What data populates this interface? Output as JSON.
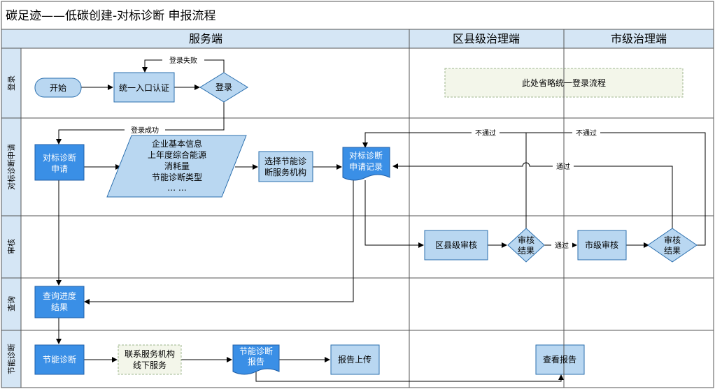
{
  "title": "碳足迹——低碳创建-对标诊断 申报流程",
  "columns": {
    "service": "服务端",
    "district": "区县级治理端",
    "city": "市级治理端"
  },
  "lanes": {
    "login": "登录",
    "apply": "对标诊断申请",
    "review": "审核",
    "query": "查询",
    "diagnose": "节能诊断"
  },
  "nodes": {
    "start": "开始",
    "auth": "统一入口认证",
    "login_decision": "登录",
    "login_note": "此处省略统一登录流程",
    "apply": [
      "对标诊断",
      "申请"
    ],
    "info": [
      "企业基本信息",
      "上年度综合能源",
      "消耗量",
      "节能诊断类型",
      "… …"
    ],
    "select": [
      "选择节能诊",
      "断服务机构"
    ],
    "record": [
      "对标诊断",
      "申请记录"
    ],
    "district_review": "区县级审核",
    "district_result": [
      "审核",
      "结果"
    ],
    "city_review": "市级审核",
    "city_result": [
      "审核",
      "结果"
    ],
    "query": [
      "查询进度",
      "结果"
    ],
    "diagnose": "节能诊断",
    "contact": [
      "联系服务机构",
      "线下服务"
    ],
    "report": [
      "节能诊断",
      "报告"
    ],
    "upload": "报告上传",
    "view": "查看报告"
  },
  "labels": {
    "login_fail": "登录失败",
    "login_success": "登录成功",
    "not_passed_1": "不通过",
    "not_passed_2": "不通过",
    "passed_1": "通过",
    "passed_2": "通过"
  }
}
